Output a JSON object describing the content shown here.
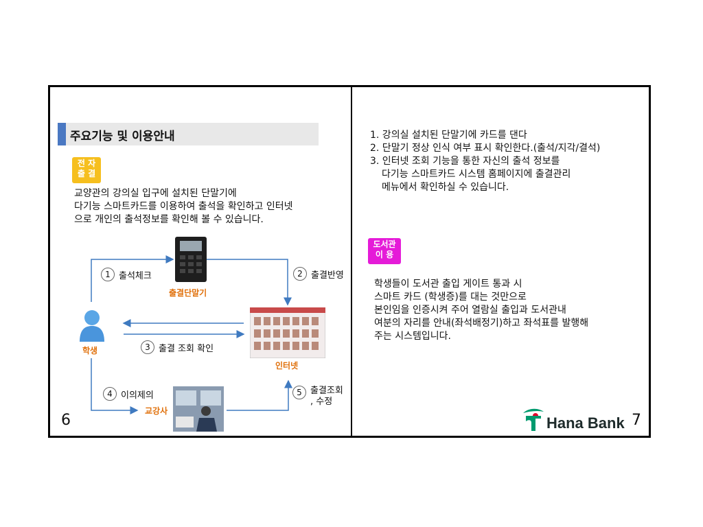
{
  "left": {
    "title": "주요기능 및 이용안내",
    "badge": [
      "전 자",
      "출 결"
    ],
    "description": [
      "교양관의 강의실 입구에 설치된 단말기에",
      "다기능 스마트카드를 이용하여 출석을 확인하고 인터넷",
      "으로 개인의 출석정보를 확인해 볼 수 있습니다."
    ],
    "diagram": {
      "terminal_label": "출결단말기",
      "student_label": "학생",
      "internet_label": "인터넷",
      "instructor_label": "교강사",
      "steps": [
        {
          "num": "1",
          "label": "출석체크"
        },
        {
          "num": "2",
          "label": "출결반영"
        },
        {
          "num": "3",
          "label": "출결 조회 확인"
        },
        {
          "num": "4",
          "label": "이의제의"
        },
        {
          "num": "5",
          "label": "출결조회\n, 수정"
        }
      ]
    },
    "page_number": "6"
  },
  "right": {
    "steps": [
      "1. 강의실 설치된 단말기에 카드를 댄다",
      "2. 단말기 정상 인식 여부 표시 확인한다.(출석/지각/결석)",
      "3. 인터넷 조회 기능을 통한 자신의 출석 정보를",
      "다기능 스마트카드 시스템 홈페이지에 출결관리",
      "메뉴에서 확인하실 수 있습니다."
    ],
    "badge": [
      "도서관",
      "이 용"
    ],
    "library_text": [
      "학생들이 도서관 출입 게이트 통과 시",
      "스마트 카드 (학생증)를 대는 것만으로",
      "본인임을 인증시켜 주어 열람실 출입과 도서관내",
      "여분의 자리를 안내(좌석배정기)하고 좌석표를 발행해",
      "주는 시스템입니다."
    ],
    "logo_text": "Hana Bank",
    "page_number": "7"
  },
  "colors": {
    "title_accent": "#4a78c2",
    "badge_yellow": "#f6bf1e",
    "badge_pink": "#e51bd8",
    "label_orange": "#e0700b",
    "arrow_blue": "#3f7ac0",
    "logo_green": "#009a6e",
    "logo_red": "#e4002b"
  }
}
